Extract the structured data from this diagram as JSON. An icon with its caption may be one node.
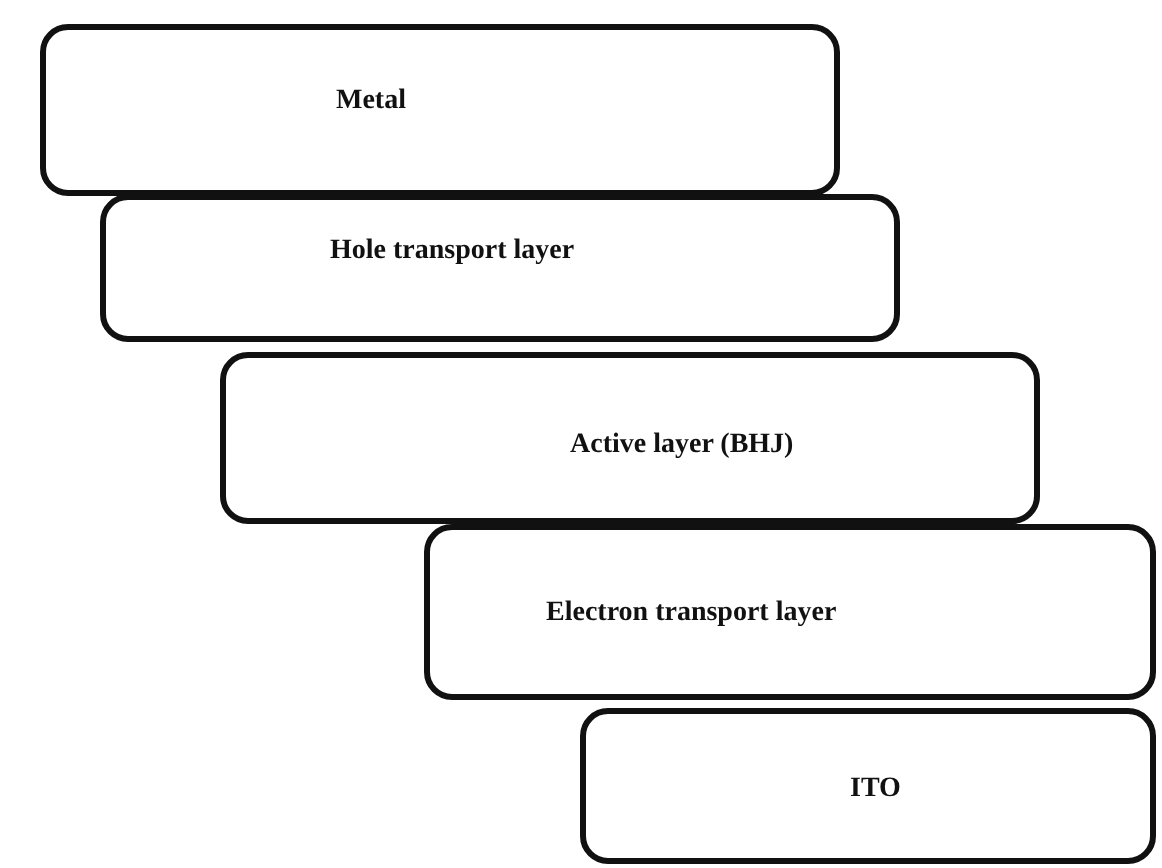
{
  "diagram": {
    "nodes": [
      {
        "text": [
          "Metal"
        ]
      },
      {
        "text": [
          "Hole transport layer"
        ]
      },
      {
        "text": [
          "Active layer (BHJ)"
        ]
      },
      {
        "text": [
          "Electron transport layer"
        ]
      },
      {
        "text": [
          "ITO"
        ]
      }
    ]
  }
}
